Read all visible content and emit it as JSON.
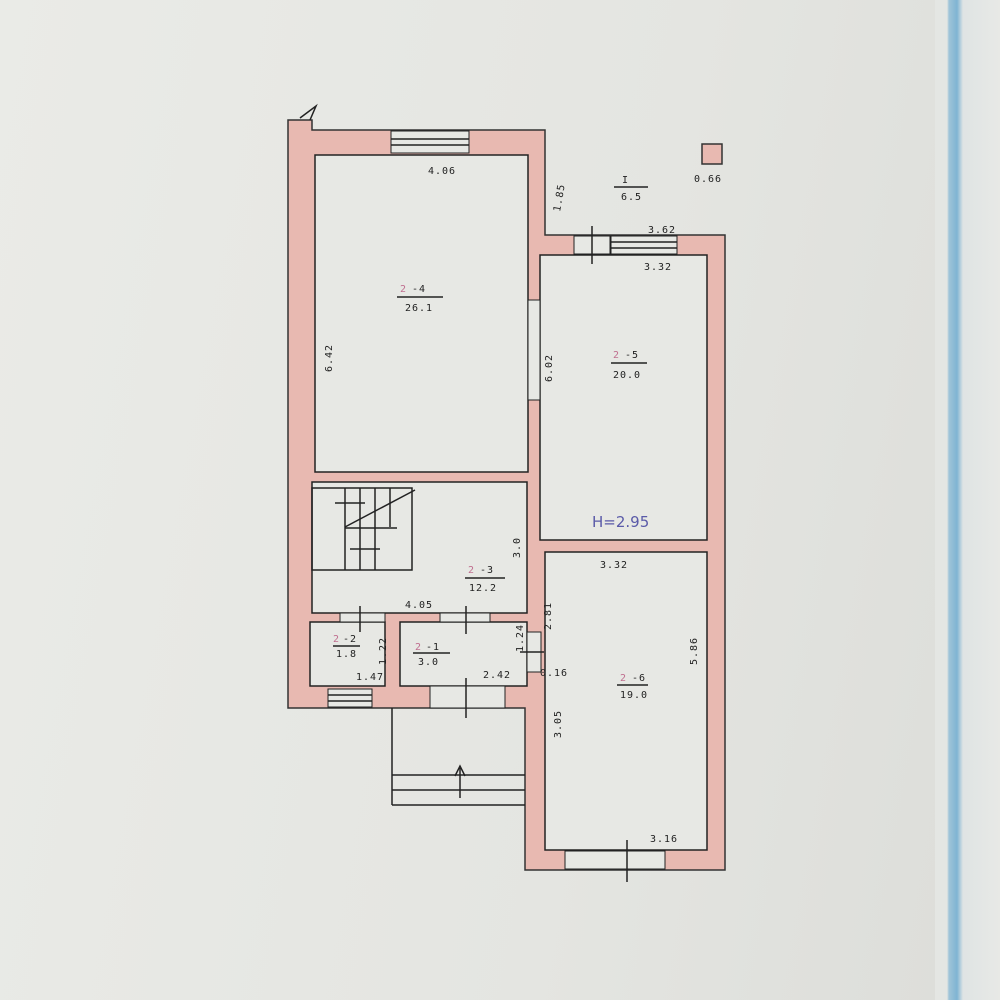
{
  "plan": {
    "rooms": [
      {
        "id": "2-4",
        "prefix": "2",
        "suffix": "-4",
        "area": "26.1"
      },
      {
        "id": "2-5",
        "prefix": "2",
        "suffix": "-5",
        "area": "20.0"
      },
      {
        "id": "2-3",
        "prefix": "2",
        "suffix": "-3",
        "area": "12.2"
      },
      {
        "id": "2-2",
        "prefix": "2",
        "suffix": "-2",
        "area": "1.8"
      },
      {
        "id": "2-1",
        "prefix": "2",
        "suffix": "-1",
        "area": "3.0"
      },
      {
        "id": "2-6",
        "prefix": "2",
        "suffix": "-6",
        "area": "19.0"
      }
    ],
    "terrace": {
      "num": "I",
      "area": "6.5"
    },
    "pillar_label": "0.66",
    "height_note": "H=2.95",
    "dimensions": {
      "d406": "4.06",
      "d642": "6.42",
      "d185": "1.85",
      "d362": "3.62",
      "d332a": "3.32",
      "d602": "6.02",
      "d30": "3.0",
      "d405": "4.05",
      "d332b": "3.32",
      "d281": "2.81",
      "d586": "5.86",
      "d124": "1.24",
      "d122": "1.22",
      "d147": "1.47",
      "d242": "2.42",
      "d016": "0.16",
      "d305": "3.05",
      "d316": "3.16"
    }
  }
}
